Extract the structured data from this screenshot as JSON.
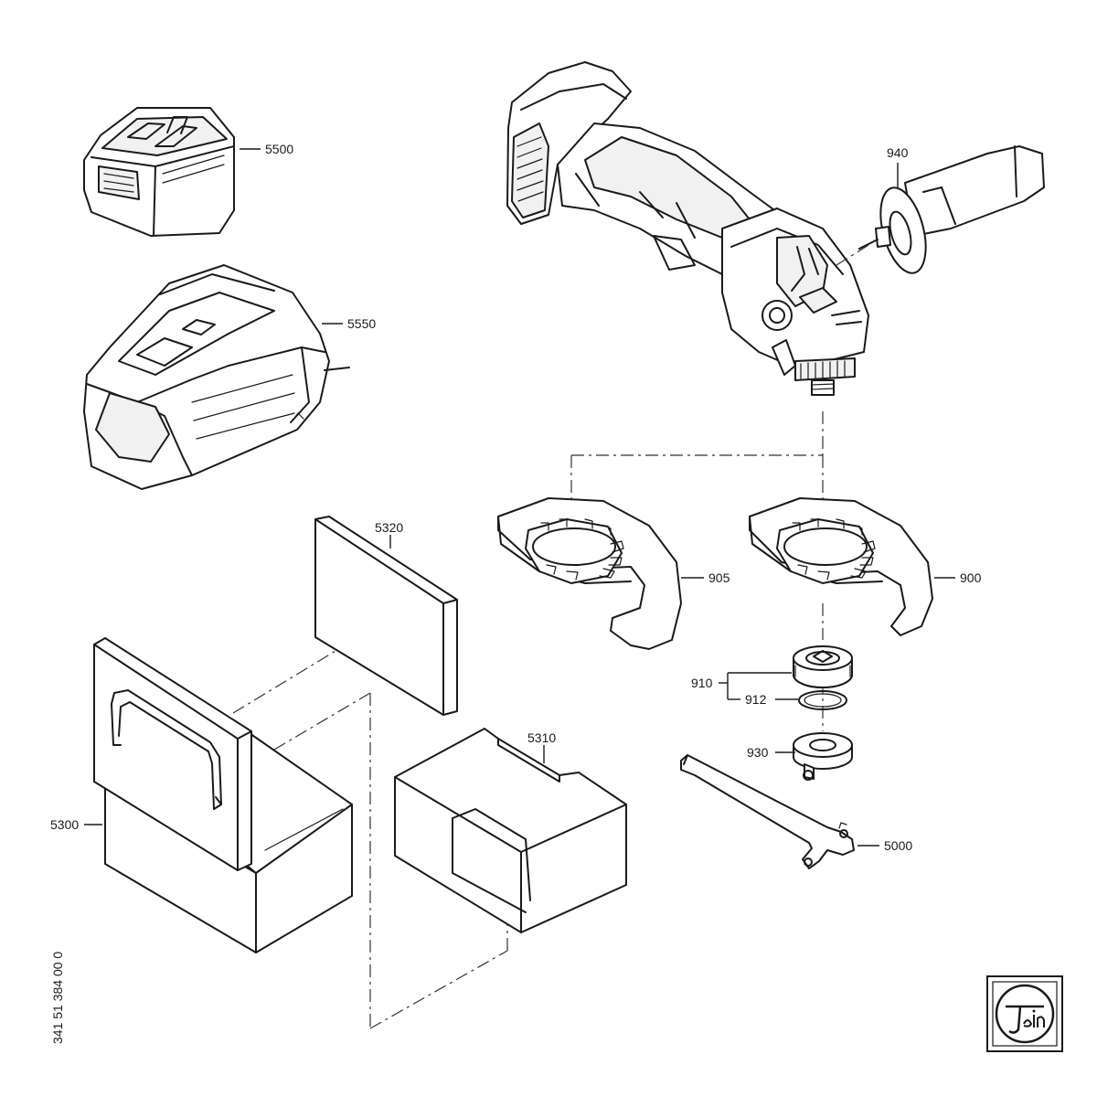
{
  "diagram": {
    "part_labels": {
      "p5500": "5500",
      "p5550": "5550",
      "p940": "940",
      "p905": "905",
      "p900": "900",
      "p910": "910",
      "p912": "912",
      "p930": "930",
      "p5000": "5000",
      "p5320": "5320",
      "p5310": "5310",
      "p5300": "5300"
    },
    "document_number": "341 51 384 00 0",
    "logo_text": "fein"
  }
}
